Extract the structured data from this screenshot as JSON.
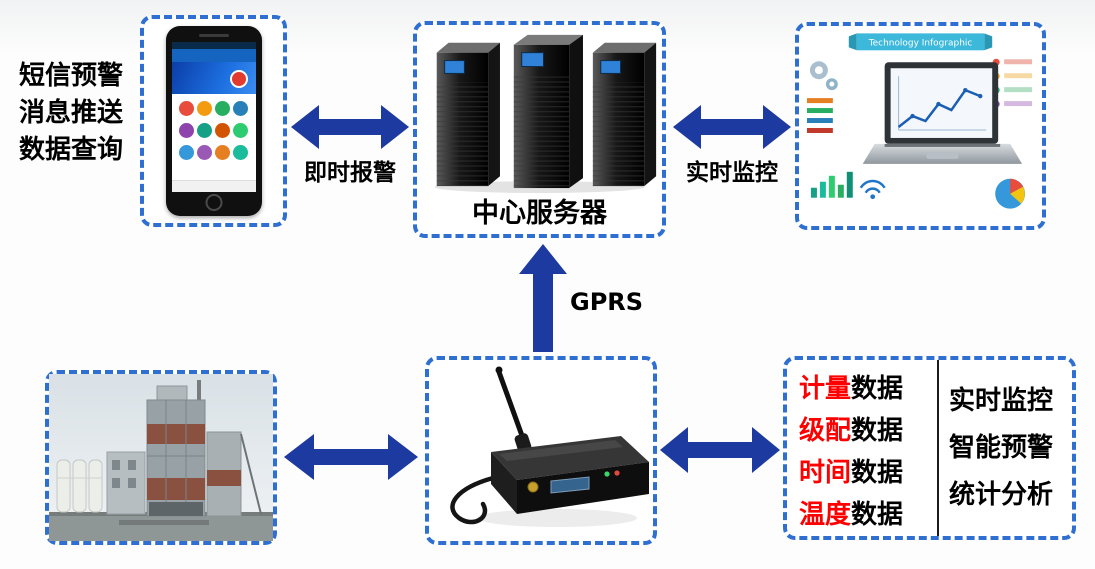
{
  "colors": {
    "box_border": "#2f6fd1",
    "arrow": "#1c3aa0",
    "highlight_red": "#fe0000"
  },
  "left_panel": {
    "lines": [
      "短信预警",
      "消息推送",
      "数据查询"
    ]
  },
  "server": {
    "label": "中心服务器"
  },
  "laptop": {
    "banner": "Technology Infographic"
  },
  "arrows": {
    "alarm": "即时报警",
    "monitor": "实时监控",
    "gprs": "GPRS"
  },
  "databox": {
    "data_lines": [
      {
        "highlight": "计量",
        "rest": "数据"
      },
      {
        "highlight": "级配",
        "rest": "数据"
      },
      {
        "highlight": "时间",
        "rest": "数据"
      },
      {
        "highlight": "温度",
        "rest": "数据"
      }
    ],
    "features": [
      "实时监控",
      "智能预警",
      "统计分析"
    ]
  }
}
